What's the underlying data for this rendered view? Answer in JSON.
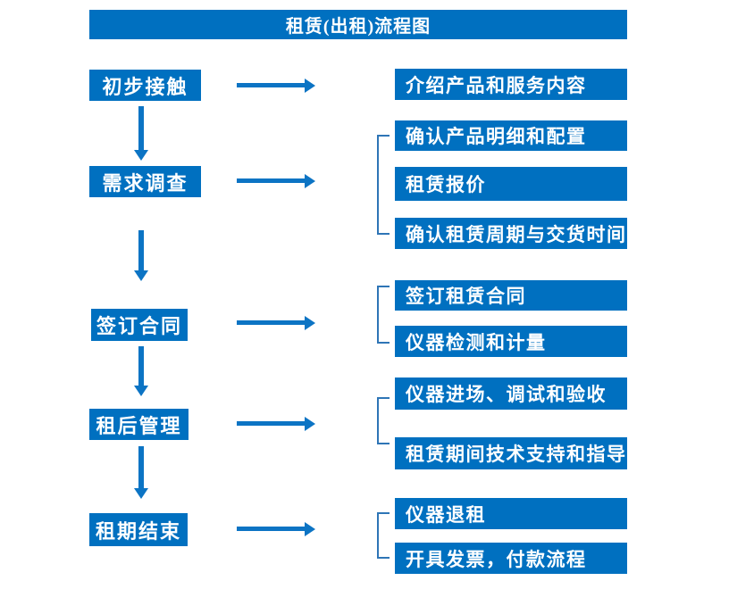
{
  "title": "租赁(出租)流程图",
  "colors": {
    "box_blue": "#0070C0",
    "arrow_blue": "#0C74C4",
    "bracket_blue": "#2E75B6",
    "text_white": "#FFFFFF",
    "background": "#FFFFFF"
  },
  "stages": [
    {
      "label": "初步接触",
      "details": [
        "介绍产品和服务内容"
      ]
    },
    {
      "label": "需求调查",
      "details": [
        "确认产品明细和配置",
        "租赁报价",
        "确认租赁周期与交货时间"
      ]
    },
    {
      "label": "签订合同",
      "details": [
        "签订租赁合同",
        "仪器检测和计量"
      ]
    },
    {
      "label": "租后管理",
      "details": [
        "仪器进场、调试和验收",
        "租赁期间技术支持和指导"
      ]
    },
    {
      "label": "租期结束",
      "details": [
        "仪器退租",
        "开具发票，付款流程"
      ]
    }
  ]
}
